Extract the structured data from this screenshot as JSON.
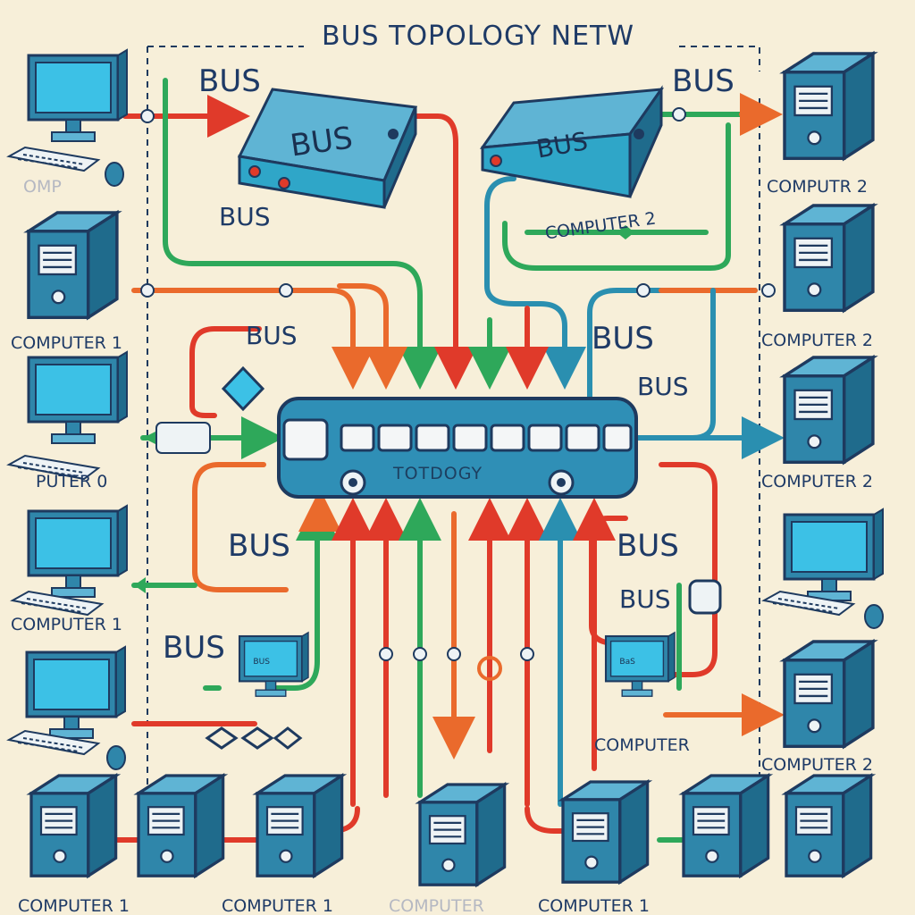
{
  "title": "BUS TOPOLOGY NETW",
  "bus_bar_label": "TOTDOGY",
  "device_left_label": "BUS",
  "device_right_label": "BUS",
  "bus_labels": {
    "top_left": "BUS",
    "under_device": "BUS",
    "top_right": "BUS",
    "mid_left": "BUS",
    "mid_right_1": "BUS",
    "mid_right_2": "BUS",
    "low_left_1": "BUS",
    "low_left_2": "BUS",
    "low_right_1": "BUS",
    "low_right_2": "BUS"
  },
  "screen_left_label": "BUS",
  "screen_right_label": "BaS",
  "computer_labels": {
    "left_1": "OMP",
    "left_2": "COMPUTER 1",
    "left_3": "PUTER 0",
    "left_4": "COMPUTER 1",
    "center_top": "COMPUTER 2",
    "right_1": "COMPUTR 2",
    "right_2": "COMPUTER 2",
    "right_3": "COMPUTER 2",
    "right_4": "COMPUTER 2",
    "right_mid": "COMPUTER",
    "bottom_1": "COMPUTER 1",
    "bottom_2": "COMPUTER 1",
    "bottom_3": "COMPUTER 1",
    "bottom_center": "COMPUTER"
  },
  "colors": {
    "background": "#f7efd9",
    "bus_body": "#2f8fb6",
    "bus_outline": "#1e3a5f",
    "device": "#2fa6c8",
    "computer": "#2f86aa",
    "monitor_screen": "#3cc1e6",
    "wire_red": "#e03a2a",
    "wire_orange": "#ea6a2c",
    "wire_green": "#2ea85a",
    "wire_teal": "#2a8fb0",
    "label_ink": "#1e3a66"
  }
}
